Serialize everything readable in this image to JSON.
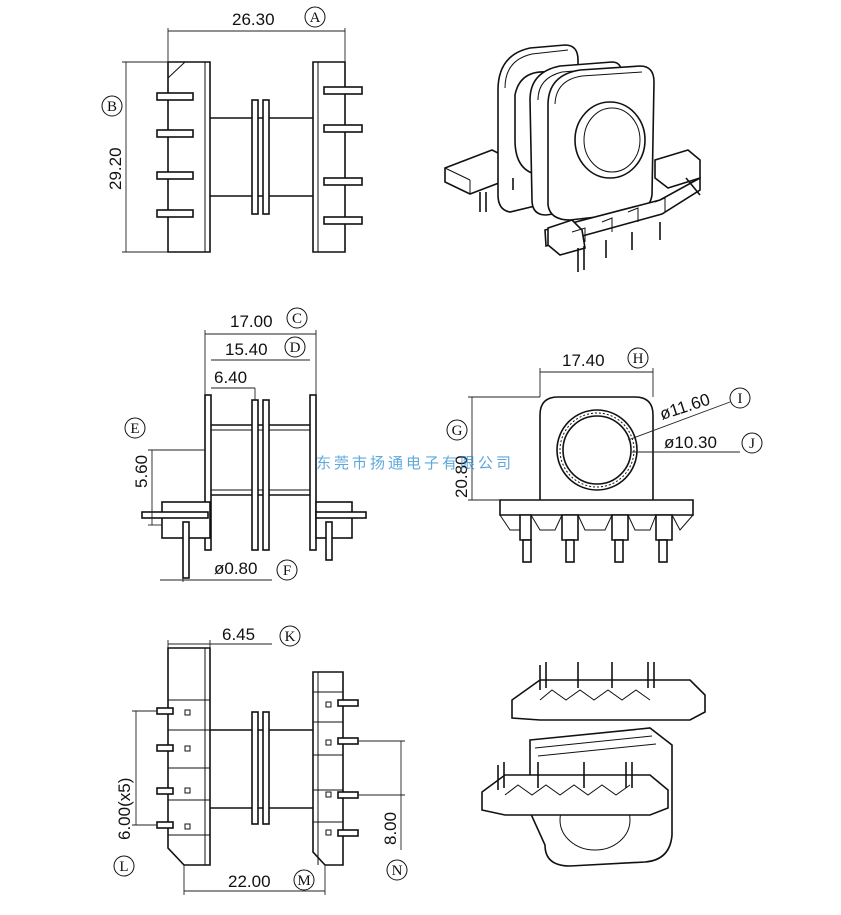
{
  "watermark": "东莞市扬通电子有限公司",
  "dimensions": {
    "A": {
      "value": "26.30",
      "letter": "A"
    },
    "B": {
      "value": "29.20",
      "letter": "B"
    },
    "C": {
      "value": "17.00",
      "letter": "C"
    },
    "D": {
      "value": "15.40",
      "letter": "D"
    },
    "d640": {
      "value": "6.40"
    },
    "E": {
      "value": "5.60",
      "letter": "E"
    },
    "F": {
      "value": "ø0.80",
      "letter": "F"
    },
    "G": {
      "value": "20.80",
      "letter": "G"
    },
    "H": {
      "value": "17.40",
      "letter": "H"
    },
    "I": {
      "value": "ø11.60",
      "letter": "I"
    },
    "J": {
      "value": "ø10.30",
      "letter": "J"
    },
    "K": {
      "value": "6.45",
      "letter": "K"
    },
    "L": {
      "value": "6.00(x5)",
      "letter": "L"
    },
    "M": {
      "value": "22.00",
      "letter": "M"
    },
    "N": {
      "value": "8.00",
      "letter": "N"
    }
  }
}
